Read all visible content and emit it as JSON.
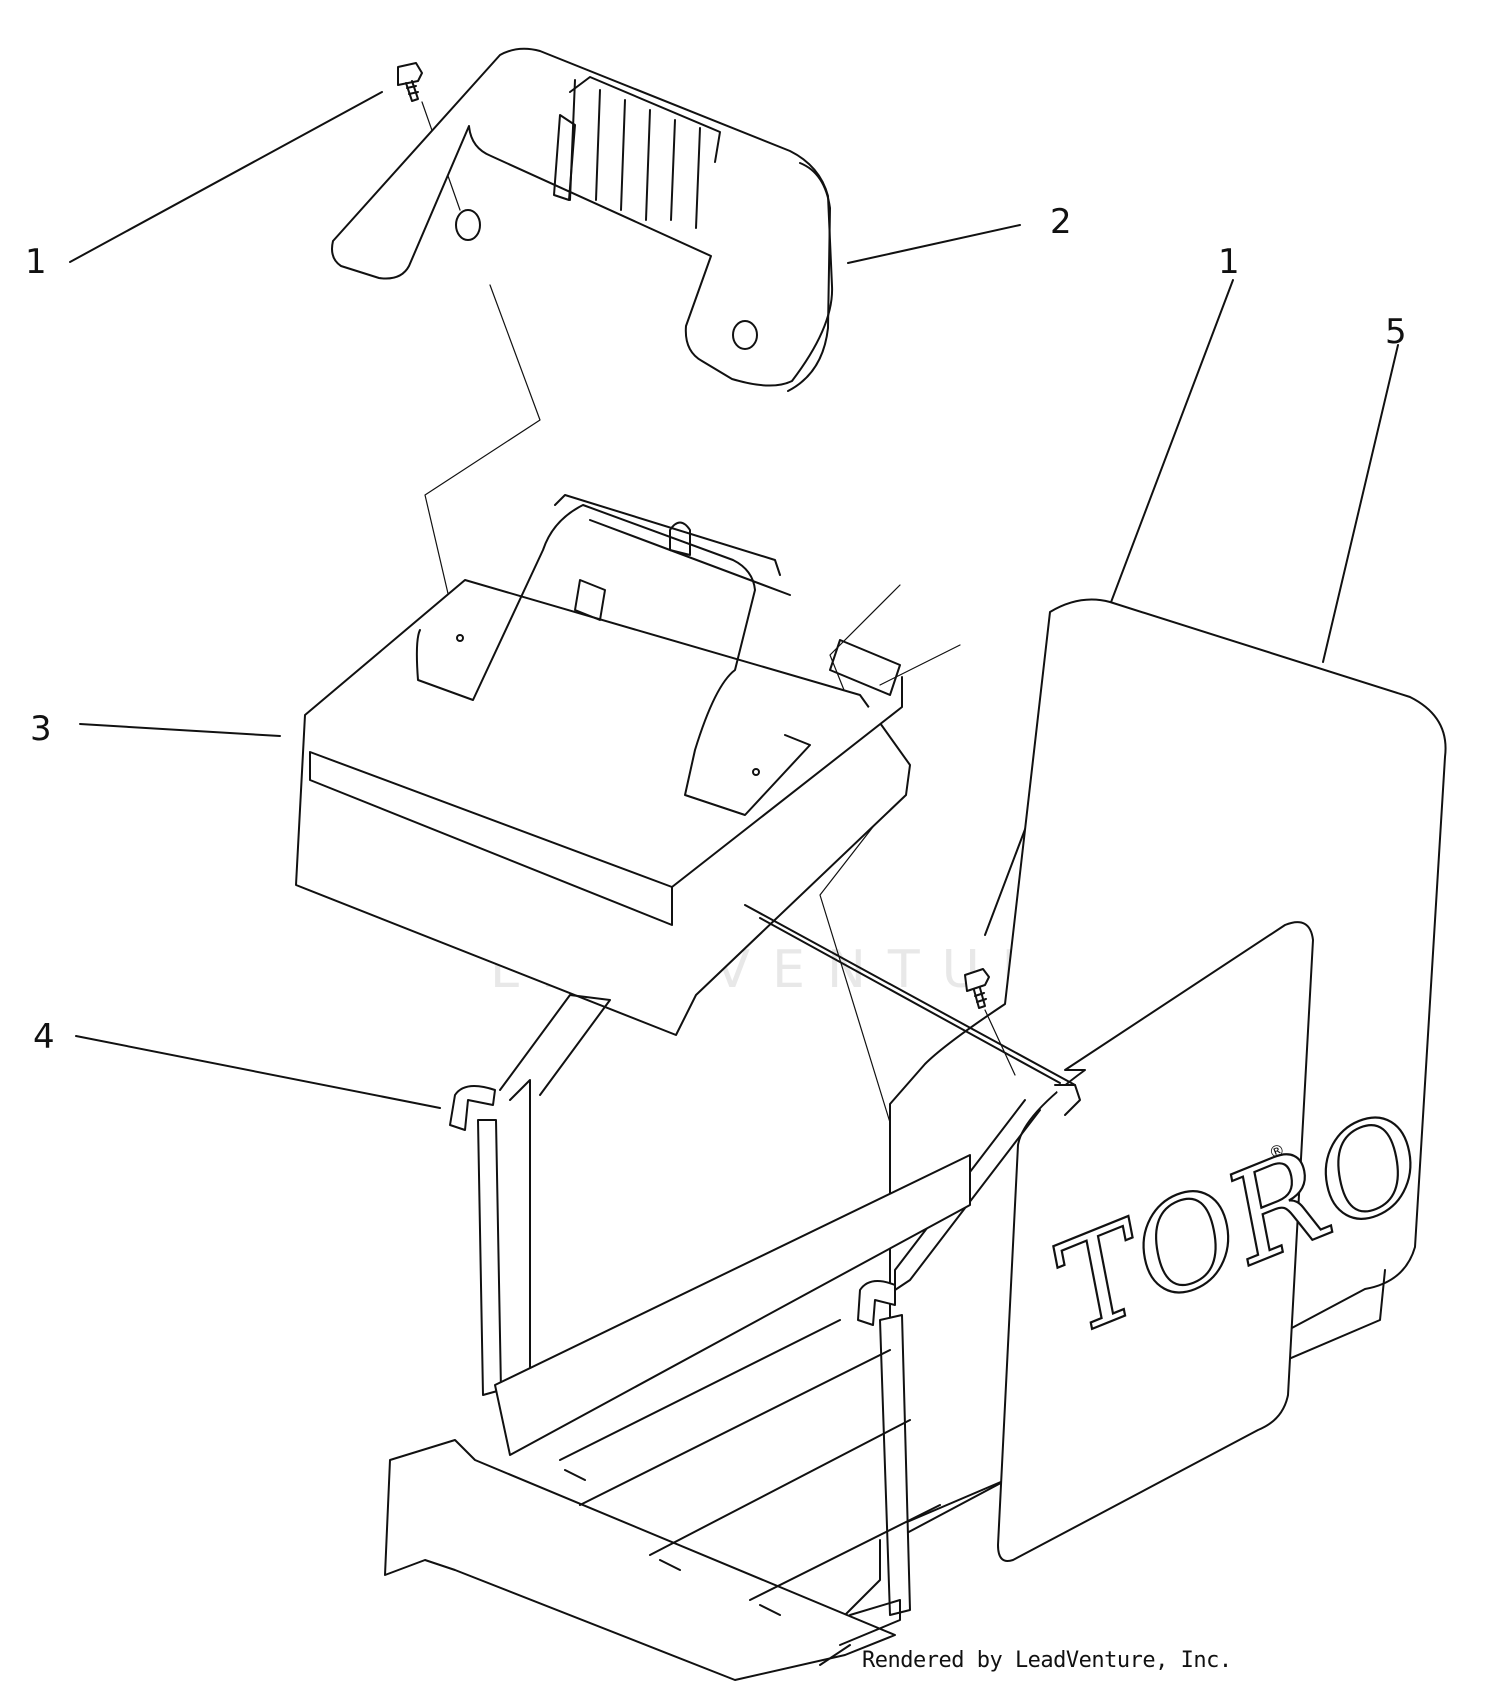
{
  "callouts": {
    "screw_left": "1",
    "handle": "2",
    "screw_right": "1",
    "bag": "5",
    "cover": "3",
    "frame": "4"
  },
  "logo": "TORO",
  "logo_mark": "®",
  "watermark": "LEADVENTURE",
  "credit": "Rendered by LeadVenture, Inc.",
  "colors": {
    "line": "#111111",
    "fill": "#ffffff",
    "watermark": "#e8e8e8"
  }
}
